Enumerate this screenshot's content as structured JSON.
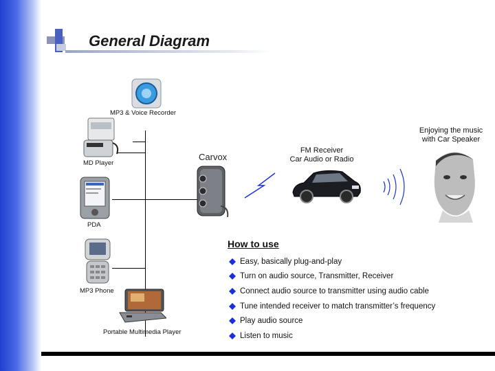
{
  "title": "General Diagram",
  "labels": {
    "mp3_voice_recorder": "MP3 & Voice Recorder",
    "md_player": "MD Player",
    "pda": "PDA",
    "mp3_phone": "MP3 Phone",
    "portable_multimedia_player": "Portable Multimedia Player",
    "carvox": "Carvox",
    "fm_receiver_line1": "FM Receiver",
    "fm_receiver_line2": "Car Audio or Radio",
    "enjoying_line1": "Enjoying the music",
    "enjoying_line2": "with Car Speaker"
  },
  "how_to_use": {
    "title": "How to use",
    "steps": [
      "Easy, basically plug-and-play",
      "Turn on audio source, Transmitter, Receiver",
      "Connect audio source to transmitter using audio cable",
      "Tune intended receiver to match transmitter’s frequency",
      "Play audio source",
      "Listen to music"
    ]
  },
  "colors": {
    "accent_blue": "#1f3fd0",
    "bullet_blue": "#1a2fd6"
  }
}
